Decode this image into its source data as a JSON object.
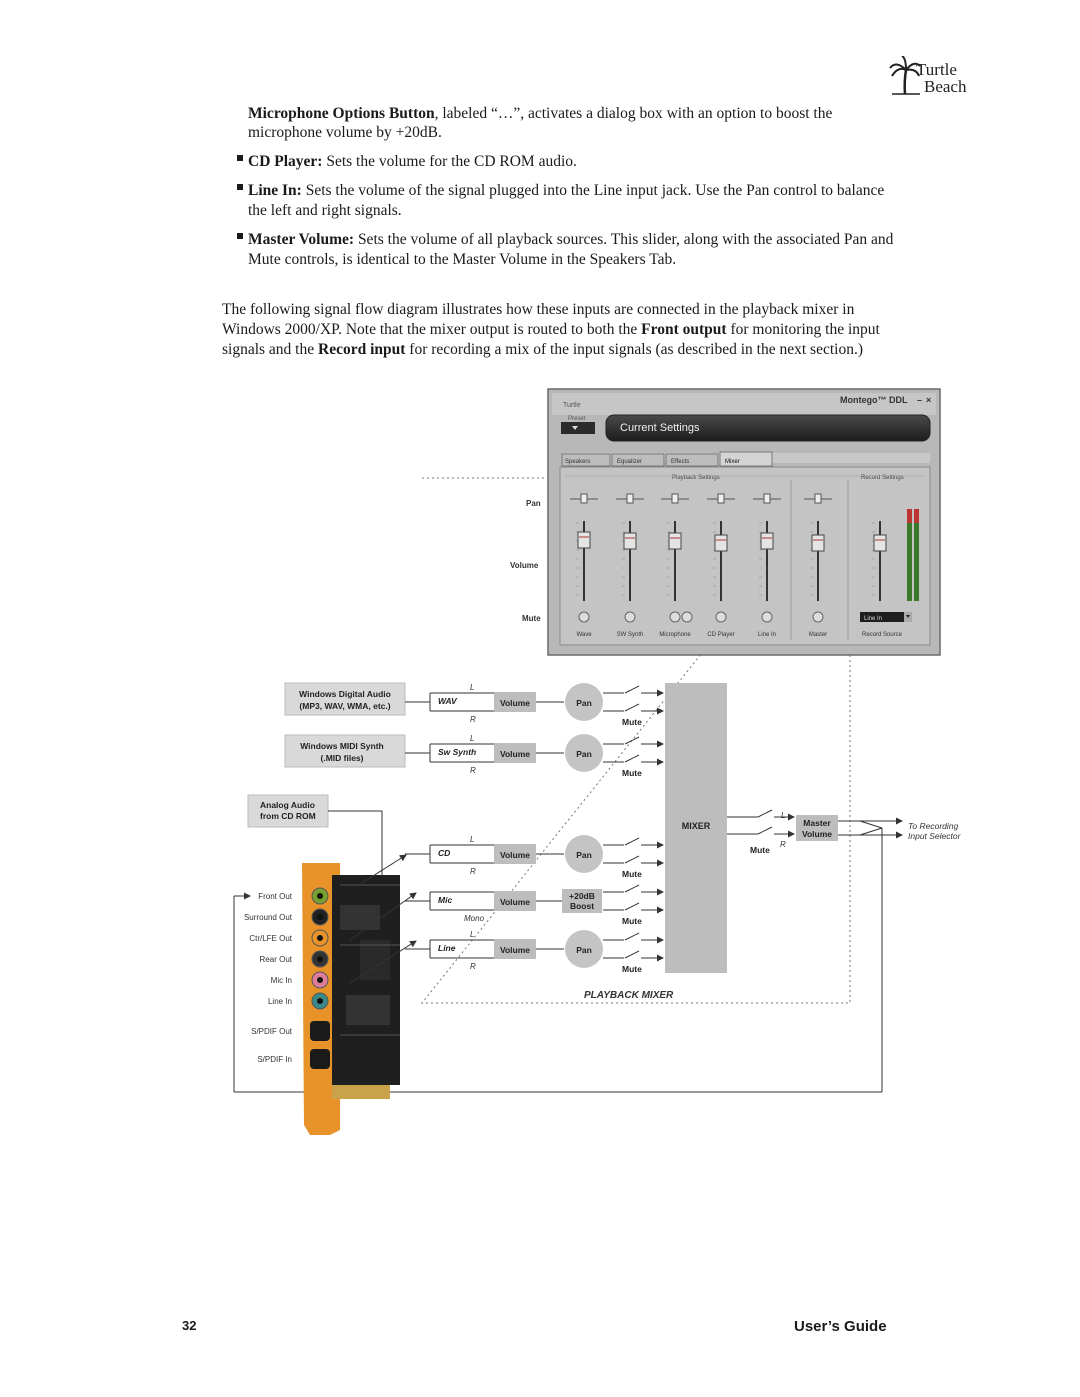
{
  "logo": {
    "line1": "Turtle",
    "line2": "Beach"
  },
  "items": [
    {
      "term": "Microphone Options Button",
      "text1": ", labeled “…”, activates a dialog box with an option to boost the",
      "text2": "microphone volume by +20dB."
    },
    {
      "term": "CD Player:",
      "text1": " Sets the volume for the CD ROM audio."
    },
    {
      "term": "Line In:",
      "text1": " Sets the volume of the signal plugged into the Line input jack. Use the Pan control to balance",
      "text2": "the left and right signals."
    },
    {
      "term": "Master Volume:",
      "text1": " Sets the volume of all playback sources. This slider, along with the associated Pan and",
      "text2": "Mute controls, is identical to the Master Volume in the Speakers Tab."
    }
  ],
  "intro": {
    "line1": "The following signal flow diagram illustrates how these inputs are connected in the playback mixer in",
    "line2a": "Windows 2000/XP. Note that the mixer output is routed to both the ",
    "front_output": "Front output",
    "line2b": " for monitoring the input",
    "line3a": "signals and the ",
    "record_input": "Record input",
    "line3b": " for recording a mix of the input signals (as described in the next section.)"
  },
  "mixer_window": {
    "title": "Montego™ DDL",
    "preset_label": "Preset",
    "current_settings": "Current Settings",
    "tabs": [
      "Speakers",
      "Equalizer",
      "Effects",
      "Mixer"
    ],
    "playback_settings": "Playback Settings",
    "record_settings": "Record Settings",
    "row_labels": [
      "Pan",
      "Volume",
      "Mute"
    ],
    "channels": [
      "Wave",
      "SW Synth",
      "Microphone",
      "CD Player",
      "Line In",
      "Master"
    ],
    "record_source_label": "Record Source",
    "record_source_value": "Line In"
  },
  "flow": {
    "sources": [
      {
        "line1": "Windows Digital Audio",
        "line2": "(MP3, WAV, WMA, etc.)"
      },
      {
        "line1": "Windows MIDI Synth",
        "line2": "(.MID files)"
      },
      {
        "line1": "Analog Audio",
        "line2": "from CD ROM"
      }
    ],
    "lanes": [
      {
        "name": "WAV",
        "top": "L",
        "bottom": "R",
        "vol": "Volume",
        "pan": "Pan",
        "mute": "Mute"
      },
      {
        "name": "Sw Synth",
        "top": "L",
        "bottom": "R",
        "vol": "Volume",
        "pan": "Pan",
        "mute": "Mute"
      },
      {
        "name": "CD",
        "top": "L",
        "bottom": "R",
        "vol": "Volume",
        "pan": "Pan",
        "mute": "Mute"
      },
      {
        "name": "Mic",
        "top": "",
        "bottom": "Mono",
        "vol": "Volume",
        "pan": "+20dB Boost",
        "mute": "Mute"
      },
      {
        "name": "Line",
        "top": "L",
        "bottom": "R",
        "vol": "Volume",
        "pan": "Pan",
        "mute": "Mute"
      }
    ],
    "mixer_label": "MIXER",
    "master_line1": "Master",
    "master_line2": "Volume",
    "master_mute": "Mute",
    "master_l": "L",
    "master_r": "R",
    "to_recording_1": "To Recording",
    "to_recording_2": "Input Selector",
    "playback_mixer": "PLAYBACK MIXER",
    "jacks": [
      "Front Out",
      "Surround Out",
      "Ctr/LFE Out",
      "Rear Out",
      "Mic In",
      "Line In",
      "S/PDIF Out",
      "S/PDIF In"
    ]
  },
  "footer": {
    "page_number": "32",
    "title": "User’s Guide"
  }
}
